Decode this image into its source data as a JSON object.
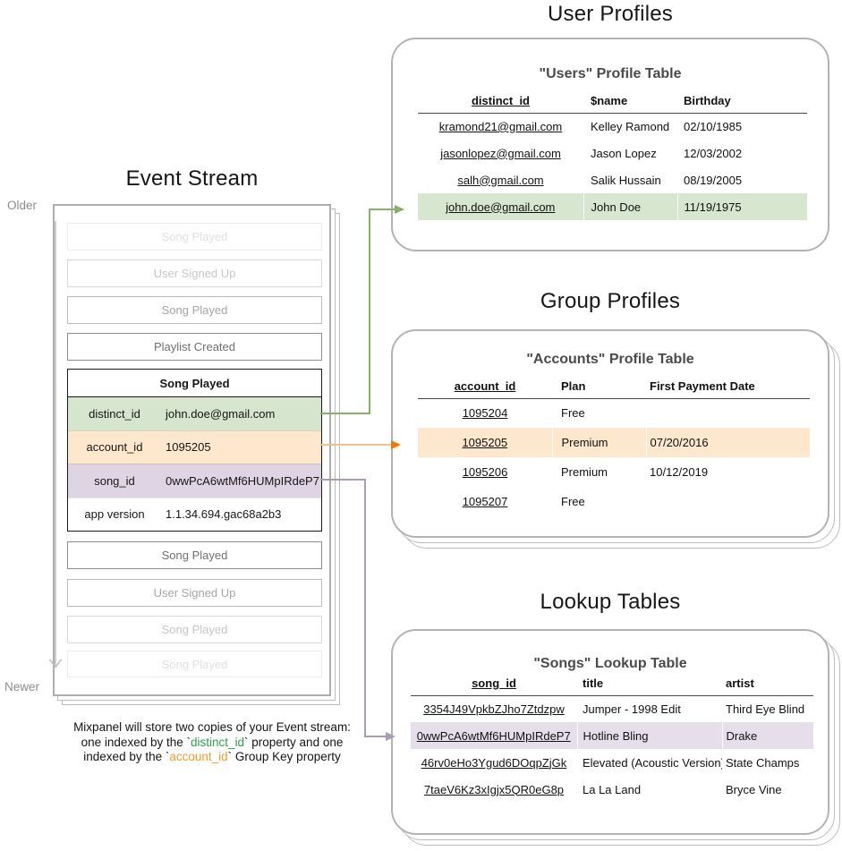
{
  "event_stream": {
    "title": "Event Stream",
    "older_label": "Older",
    "newer_label": "Newer",
    "events_before": [
      "Song Played",
      "User Signed Up",
      "Song Played",
      "Playlist Created"
    ],
    "expanded": {
      "title": "Song Played",
      "rows": [
        {
          "key": "distinct_id",
          "value": "john.doe@gmail.com",
          "highlight": "green"
        },
        {
          "key": "account_id",
          "value": "1095205",
          "highlight": "orange"
        },
        {
          "key": "song_id",
          "value": "0wwPcA6wtMf6HUMpIRdeP7",
          "highlight": "purple"
        },
        {
          "key": "app version",
          "value": "1.1.34.694.gac68a2b3",
          "highlight": "none"
        }
      ]
    },
    "events_after": [
      "Song Played",
      "User Signed Up",
      "Song Played",
      "Song Played"
    ]
  },
  "user_profiles": {
    "section_title": "User Profiles",
    "card_title": "\"Users\" Profile Table",
    "columns": {
      "id": "distinct_id",
      "name": "$name",
      "birthday": "Birthday"
    },
    "rows": [
      {
        "id": "kramond21@gmail.com",
        "name": "Kelley Ramond",
        "birthday": "02/10/1985"
      },
      {
        "id": "jasonlopez@gmail.com",
        "name": "Jason Lopez",
        "birthday": "12/03/2002"
      },
      {
        "id": "salh@gmail.com",
        "name": "Salik Hussain",
        "birthday": "08/19/2005"
      },
      {
        "id": "john.doe@gmail.com",
        "name": "John Doe",
        "birthday": "11/19/1975"
      }
    ],
    "highlighted_row_id": "john.doe@gmail.com"
  },
  "group_profiles": {
    "section_title": "Group Profiles",
    "card_title": "\"Accounts\" Profile Table",
    "columns": {
      "id": "account_id",
      "plan": "Plan",
      "first_payment": "First Payment Date"
    },
    "rows": [
      {
        "id": "1095204",
        "plan": "Free",
        "first_payment": ""
      },
      {
        "id": "1095205",
        "plan": "Premium",
        "first_payment": "07/20/2016"
      },
      {
        "id": "1095206",
        "plan": "Premium",
        "first_payment": "10/12/2019"
      },
      {
        "id": "1095207",
        "plan": "Free",
        "first_payment": ""
      }
    ],
    "highlighted_row_id": "1095205"
  },
  "lookup_tables": {
    "section_title": "Lookup Tables",
    "card_title": "\"Songs\" Lookup Table",
    "columns": {
      "id": "song_id",
      "title": "title",
      "artist": "artist"
    },
    "rows": [
      {
        "id": "3354J49VpkbZJho7Ztdzpw",
        "title": "Jumper - 1998 Edit",
        "artist": "Third Eye Blind"
      },
      {
        "id": "0wwPcA6wtMf6HUMpIRdeP7",
        "title": "Hotline Bling",
        "artist": "Drake"
      },
      {
        "id": "46rv0eHo3Ygud6DOqpZjGk",
        "title": "Elevated (Acoustic Version)",
        "artist": "State Champs"
      },
      {
        "id": "7taeV6Kz3xIgjx5QR0eG8p",
        "title": "La La Land",
        "artist": "Bryce Vine"
      }
    ],
    "highlighted_row_id": "0wwPcA6wtMf6HUMpIRdeP7"
  },
  "caption": {
    "line1": "Mixpanel will store two copies of your Event stream:",
    "line2_pre": "one indexed by the `",
    "line2_key": "distinct_id",
    "line2_post": "` property and one",
    "line3_pre": "indexed by the `",
    "line3_key": "account_id",
    "line3_post": "` Group Key property"
  },
  "colors": {
    "green_highlight": "#d7e6cf",
    "orange_highlight": "#fde7cd",
    "purple_highlight": "#e6deeb",
    "event_green": "#d6e5cd",
    "event_orange": "#fde7cd",
    "event_purple": "#ded4e4",
    "green_accent": "#2ea04c",
    "orange_accent": "#f59b2a",
    "green_arrow": "#82b366",
    "orange_arrow_line": "#edc08c",
    "orange_arrow_head": "#f0770e",
    "purple_arrow": "#a89cb6"
  }
}
